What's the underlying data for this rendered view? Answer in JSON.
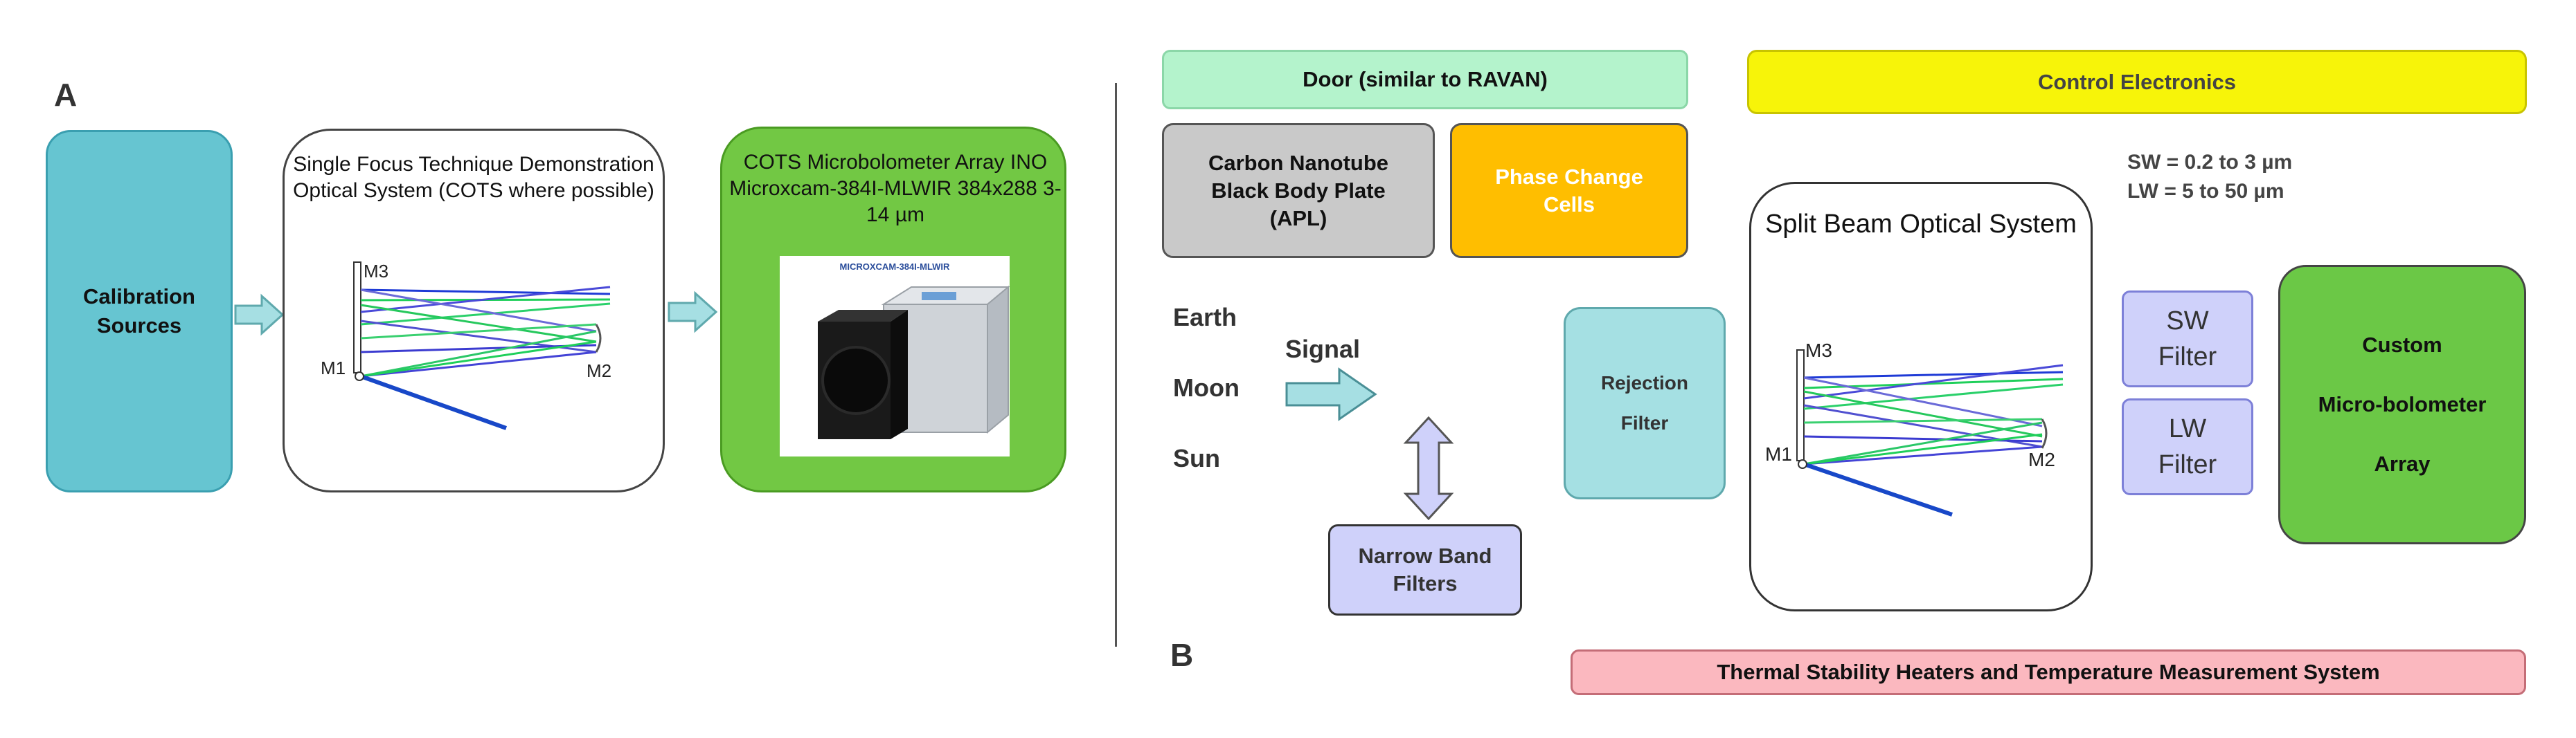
{
  "panel_a": {
    "letter": "A",
    "calibration": "Calibration Sources",
    "optical_system_label": "Single Focus Technique Demonstration Optical System (COTS where possible)",
    "mirror_labels": {
      "m1": "M1",
      "m2": "M2",
      "m3": "M3"
    },
    "detector_label": "COTS Microbolometer Array INO Microxcam-384I-MLWIR 384x288 3-14 µm",
    "camera_caption": "MICROXCAM-384I-MLWIR"
  },
  "panel_b": {
    "letter": "B",
    "door": "Door (similar to RAVAN)",
    "control": "Control Electronics",
    "carbon": "Carbon Nanotube Black Body Plate (APL)",
    "phase": "Phase Change Cells",
    "sources": [
      "Earth",
      "Moon",
      "Sun"
    ],
    "signal": "Signal",
    "rejection_filter": "Rejection Filter",
    "narrow_band": "Narrow Band Filters",
    "split_beam": "Split Beam Optical System",
    "mirror_labels": {
      "m1": "M1",
      "m2": "M2",
      "m3": "M3"
    },
    "sw_spec": "SW = 0.2 to 3 µm",
    "lw_spec": "LW = 5 to 50 µm",
    "sw_filter": "SW Filter",
    "lw_filter": "LW Filter",
    "array_lines": [
      "Custom",
      "Micro-bolometer",
      "Array"
    ],
    "thermal": "Thermal Stability Heaters and Temperature Measurement System"
  },
  "colors": {
    "calibration": "#66c5d1",
    "detector": "#72c844",
    "door": "#b4f3cc",
    "control": "#f7f409",
    "carbon": "#c9c9c9",
    "phase": "#ffbe00",
    "rejection": "#a5e0e3",
    "filters": "#cfd1fa",
    "array": "#6bc846",
    "thermal": "#fbb8bf",
    "arrow_fill": "#a6dfe3"
  }
}
